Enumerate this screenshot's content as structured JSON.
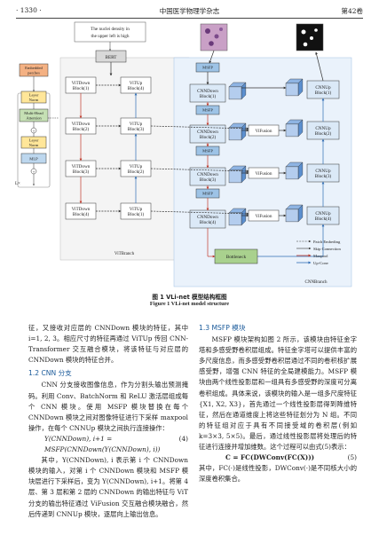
{
  "header": {
    "page_number": "· 1330 ·",
    "journal": "中国医学物理学杂志",
    "volume": "第42卷"
  },
  "figure": {
    "caption_cn": "图 1  VLi-net 模型结构框图",
    "caption_en": "Figure 1  VLi-net model structure",
    "text_prompt": [
      "The nuclei density in",
      "the upper left is high"
    ],
    "bert": "BERT",
    "encoder_blocks": [
      [
        "Embedded",
        "patches"
      ],
      [
        "Layer",
        "Norm"
      ],
      [
        "Multi-Head",
        "Attention"
      ],
      [
        "Layer",
        "Norm"
      ],
      [
        "MLP"
      ]
    ],
    "encoder_count": "L×",
    "vit_down": [
      [
        "ViTDown",
        "Block(1)"
      ],
      [
        "ViTDown",
        "Block(2)"
      ],
      [
        "ViTDown",
        "Block(3)"
      ],
      [
        "ViTDown",
        "Block(4)"
      ]
    ],
    "vit_up": [
      [
        "ViTUp",
        "Block(4)"
      ],
      [
        "ViTUp",
        "Block(3)"
      ],
      [
        "ViTUp",
        "Block(2)"
      ],
      [
        "ViTUp",
        "Block(1)"
      ]
    ],
    "cnn_down": [
      [
        "CNNDown",
        "Block(1)"
      ],
      [
        "CNNDown",
        "Block(2)"
      ],
      [
        "CNNDown",
        "Block(3)"
      ],
      [
        "CNNDown",
        "Block(4)"
      ]
    ],
    "cnn_up": [
      [
        "CNNUp",
        "Block(1)"
      ],
      [
        "CNNUp",
        "Block(2)"
      ],
      [
        "CNNUp",
        "Block(3)"
      ],
      [
        "CNNUp",
        "Block(4)"
      ]
    ],
    "msfp": "MSFP",
    "vifusion": "ViFusion",
    "bottleneck": "Bottleneck",
    "vit_branch": "ViTBranch",
    "cnn_branch": "CNNBranch",
    "legend": [
      "Patch Embeding",
      "Skip Connection",
      "Maxpool",
      "Up-Conv"
    ]
  },
  "left_column": {
    "p1": "征，又接收对应层的 CNNDown 模块的特征，其中 i=1, 2, 3。相应尺寸的特征再通过 ViTUp 传回 CNN-Transformer 交互融合模块，将该特征与对应层的 CNNDown 模块的特征合并。",
    "section": "1.2  CNN 分支",
    "p2": "CNN 分支接收图像信息，作为分割头输出预测掩码。利用 Conv、BatchNorm 和 ReLU 激活层组成每个 CNN 模块。使用 MSFP 模块替换在每个 CNNDown 模块之间对图像特征进行下采样 maxpool 操作，在每个 CNNUp 模块之间执行连接操作：",
    "eq_lhs": "Y(CNNDown), i+1 = MSFP(CNNDown(Y(CNNDown), i)) ",
    "eq_num": "(4)",
    "p3": "其中，Y(CNNDown), i 表示第 i 个 CNNDown 模块的输入，对第 i 个 CNNDown 模块和 MSFP 模块层进行下采样后，变为 Y(CNNDown), i+1。将第 4 层、第 3 层和第 2 层的 CNNDown 的输出特征与 ViT 分支的输出特征通过 ViFusion 交互融合模块融合，然后传递到 CNNUp 模块，逐层向上输出信息。"
  },
  "right_column": {
    "section": "1.3  MSFP 模块",
    "p1": "MSFP 模块架构如图 2 所示，该模块由特征金字塔和多感受野卷积层组成。特征金字塔可以提供丰富的多尺度信息，而多感受野卷积层通过不同的卷积核扩展感受野，增强 CNN 特征的全局建模能力。MSFP 模块由两个线性投影层和一组具有多感受野的深度可分离卷积组成。具体来说，该模块的输入是一组多尺度特征{X1, X2, X3}，首先通过一个线性投影层得到降维特征，然后在通道维度上将这些特征划分为 N 组。不同的特征组对应于具有不同接受域的卷积层(例如 k=3×3, 5×5)。最后，通过线性投影层将处理后的特征进行连接并增加维数。这个过程可以由式(5)表示：",
    "eq_lhs": "C = FC(DWConv(FC(X)))",
    "eq_num": "(5)",
    "p2": "其中，FC(·)是线性投影，DWConv(·)是不同核大小的深度卷积集合。"
  }
}
